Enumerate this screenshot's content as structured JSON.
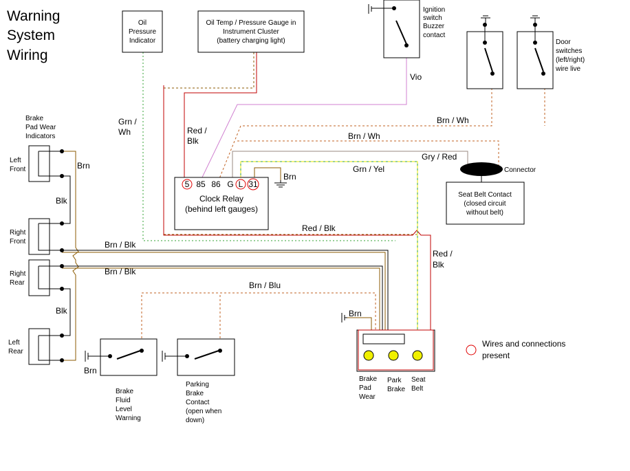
{
  "title": [
    "Warning",
    "System",
    "Wiring"
  ],
  "components": {
    "oil_pressure": [
      "Oil",
      "Pressure",
      "Indicator"
    ],
    "oil_temp": [
      "Oil Temp / Pressure Gauge in",
      "Instrument Cluster",
      "(battery charging light)"
    ],
    "ignition": [
      "Ignition",
      "switch",
      "Buzzer",
      "contact"
    ],
    "door": [
      "Door",
      "switches",
      "(left/right)",
      "wire live"
    ],
    "brake_pad_wear": [
      "Brake",
      "Pad Wear",
      "Indicators"
    ],
    "left_front": [
      "Left",
      "Front"
    ],
    "right_front": [
      "Right",
      "Front"
    ],
    "right_rear": [
      "Right",
      "Rear"
    ],
    "left_rear": [
      "Left",
      "Rear"
    ],
    "relay_terminals": [
      "5",
      "85",
      "86",
      "G",
      "L",
      "31"
    ],
    "relay_name": [
      "Clock Relay",
      "(behind left gauges)"
    ],
    "connector": "Connector",
    "seat_belt_contact": [
      "Seat Belt Contact",
      "(closed circuit",
      "without belt)"
    ],
    "brake_fluid": [
      "Brake",
      "Fluid",
      "Level",
      "Warning"
    ],
    "parking_brake": [
      "Parking",
      "Brake",
      "Contact",
      "(open when",
      "down)"
    ],
    "lamps": {
      "brake_pad_wear": [
        "Brake",
        "Pad",
        "Wear"
      ],
      "park_brake": [
        "Park",
        "Brake"
      ],
      "seat_belt": [
        "Seat",
        "Belt"
      ]
    }
  },
  "wire_labels": {
    "vio": "Vio",
    "grn_wh": [
      "Grn /",
      "Wh"
    ],
    "red_blk_relay": [
      "Red /",
      "Blk"
    ],
    "brn_wh_door": "Brn / Wh",
    "brn_wh": "Brn / Wh",
    "gry_red": "Gry / Red",
    "grn_yel": "Grn / Yel",
    "brn_relay": "Brn",
    "red_blk_main": "Red / Blk",
    "red_blk_right": [
      "Red /",
      "Blk"
    ],
    "brn_pad": "Brn",
    "blk_1": "Blk",
    "blk_2": "Blk",
    "brn_blk_1": "Brn / Blk",
    "brn_blk_2": "Brn / Blk",
    "brn_blu": "Brn / Blu",
    "brn_lamp": "Brn",
    "brn_fluid": "Brn"
  },
  "legend": {
    "text": [
      "Wires and connections",
      "present"
    ],
    "marker_color": "#e00000"
  },
  "colors": {
    "brown": "#8b5a00",
    "brown_red": "#c06020",
    "red": "#c00000",
    "violet": "#d080d0",
    "green": "#30a030",
    "yellow": "#e8e800",
    "gray": "#9a8a80",
    "lamp": "#f0f000"
  }
}
